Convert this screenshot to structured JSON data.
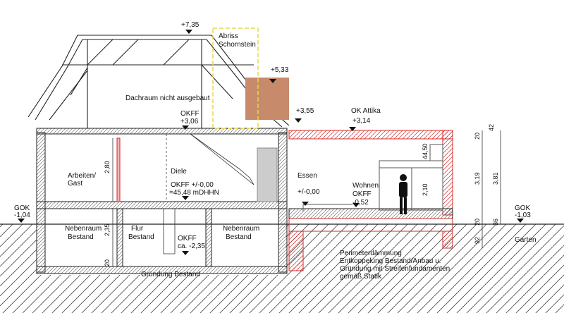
{
  "levels": {
    "ridge": "+7,35",
    "chimney_top": "+5,33",
    "eave_right": "+3,55",
    "attic_level": "OK Attika",
    "attic_value": "+3,14",
    "gok_left": "GOK",
    "gok_left_value": "-1,04",
    "gok_right": "GOK",
    "gok_right_value": "-1,03"
  },
  "rooms": {
    "attic": "Dachraum nicht ausgebaut",
    "work_1": "Arbeiten/",
    "work_2": "Gast",
    "hall": "Diele",
    "dining": "Essen",
    "living": "Wohnen",
    "basement_left_1": "Nebenraum",
    "basement_left_2": "Bestand",
    "corridor_1": "Flur",
    "corridor_2": "Bestand",
    "basement_right_1": "Nebenraum",
    "basement_right_2": "Bestand",
    "garden": "Garten"
  },
  "floor_marks": {
    "okff_upper": "OKFF",
    "okff_upper_value": "+3,06",
    "okff_ground_1": "OKFF +/-0,00",
    "okff_ground_2": "=45,48 mDHHN",
    "dining_value": "+/-0,00",
    "okff_living": "OKFF",
    "okff_living_value": "-0,52",
    "okff_basement": "OKFF",
    "okff_basement_value": "ca. -2,35"
  },
  "notes": {
    "chimney_1": "Abriss",
    "chimney_2": "Schornstein",
    "foundation": "Gründung Bestand",
    "perimeter_1": "Perimeterdämmung",
    "perimeter_2": "Entkoppelung Bestand/Anbau u.",
    "perimeter_3": "Gründung mit Streifenfundamenten",
    "perimeter_4": "gemäß Statik"
  },
  "dimensions": {
    "upper_height": "2,80",
    "basement_height": "2,35",
    "slab_bottom": "20",
    "ext_top": "20",
    "ext_roof": "42",
    "ext_clear": "3,19",
    "ext_total": "3,81",
    "ext_floor_20": "20",
    "ext_floor_36": "36",
    "ext_found": "92",
    "door_head": "44,50",
    "door_height": "2,10"
  },
  "colors": {
    "line": "#222222",
    "red": "#d22828",
    "chimney": "#c78a6a",
    "chimney_outline": "#e8d84a"
  }
}
